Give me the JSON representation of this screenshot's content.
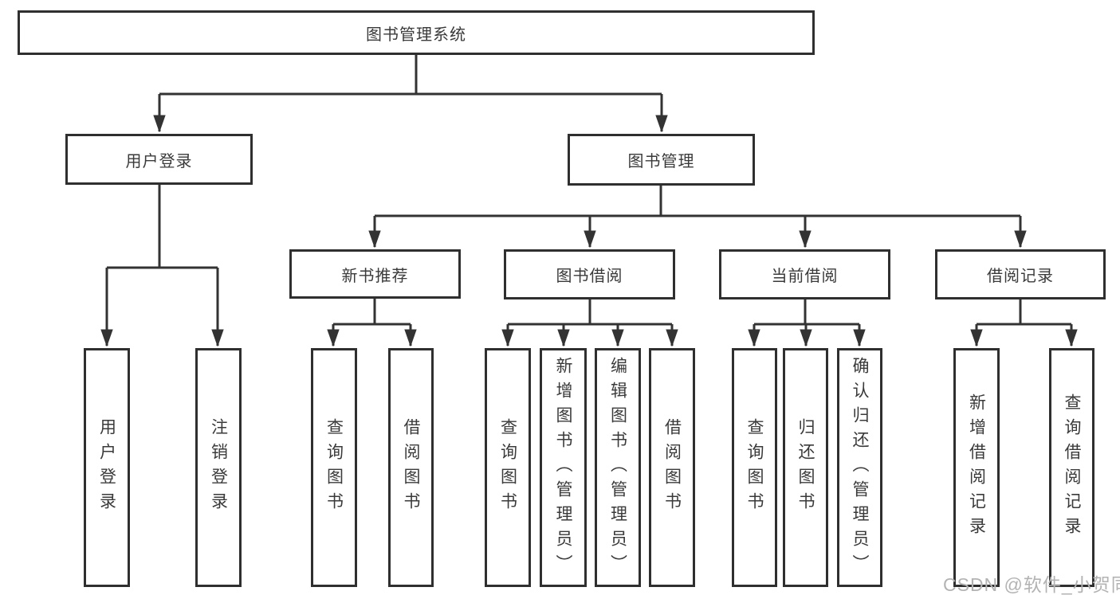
{
  "diagram": {
    "root": {
      "label": "图书管理系统"
    },
    "branches": [
      {
        "label": "用户登录",
        "children": [
          {
            "label": "用户登录"
          },
          {
            "label": "注销登录"
          }
        ]
      },
      {
        "label": "图书管理",
        "children": [
          {
            "label": "新书推荐",
            "children": [
              {
                "label": "查询图书"
              },
              {
                "label": "借阅图书"
              }
            ]
          },
          {
            "label": "图书借阅",
            "children": [
              {
                "label": "查询图书"
              },
              {
                "label": "新增图书（管理员）"
              },
              {
                "label": "编辑图书（管理员）"
              },
              {
                "label": "借阅图书"
              }
            ]
          },
          {
            "label": "当前借阅",
            "children": [
              {
                "label": "查询图书"
              },
              {
                "label": "归还图书"
              },
              {
                "label": "确认归还（管理员）"
              }
            ]
          },
          {
            "label": "借阅记录",
            "children": [
              {
                "label": "新增借阅记录"
              },
              {
                "label": "查询借阅记录"
              }
            ]
          }
        ]
      }
    ]
  },
  "watermark": {
    "text": "CSDN @软件_小贺同学"
  },
  "colors": {
    "line": "#333333",
    "border": "#2f2f2f",
    "text": "#3a3a3a",
    "watermark": "#b3b3b3",
    "background": "#ffffff"
  }
}
